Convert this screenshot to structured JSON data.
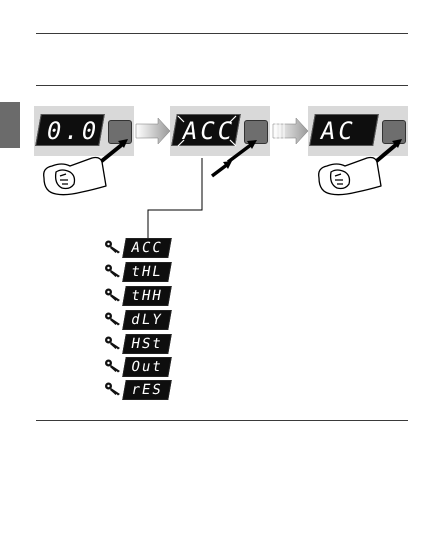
{
  "displays": {
    "first": "0.0",
    "second": "ACC",
    "third": "AC"
  },
  "menu": [
    {
      "code": "ACC"
    },
    {
      "code": "tHL"
    },
    {
      "code": "tHH"
    },
    {
      "code": "dLY"
    },
    {
      "code": "HSt"
    },
    {
      "code": "Out"
    },
    {
      "code": "rES"
    }
  ],
  "icons": [
    "hand-press-icon",
    "arrow-right-icon",
    "key-icon",
    "blink-icon"
  ],
  "colors": {
    "display_bg": "#0e0e0e",
    "panel_bg": "#d9d9d9",
    "button": "#6e6e6e",
    "side_tab": "#6b6b6b"
  }
}
